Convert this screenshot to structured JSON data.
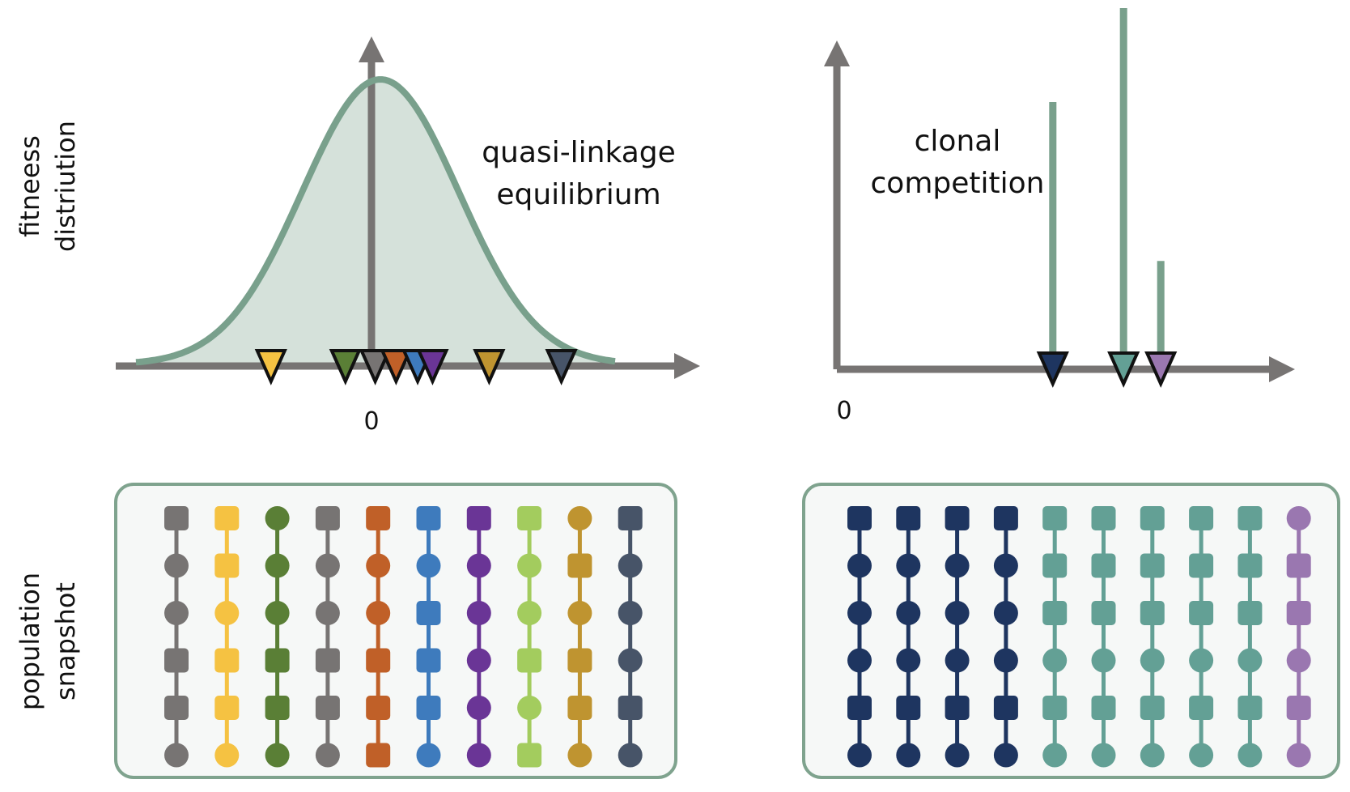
{
  "row_labels": {
    "top": [
      "fitneess",
      "distriution"
    ],
    "bottom": [
      "population",
      "snapshot"
    ]
  },
  "left_panel": {
    "title_lines": [
      "quasi-linkage",
      "equilibrium"
    ],
    "zero_label": "0",
    "markers": [
      {
        "x": -1.35,
        "color": "#f5c242"
      },
      {
        "x": -0.35,
        "color": "#5a7f36"
      },
      {
        "x": 0.05,
        "color": "#777473"
      },
      {
        "x": 0.33,
        "color": "#c06028"
      },
      {
        "x": 0.62,
        "color": "#3e7bbd"
      },
      {
        "x": 0.82,
        "color": "#6a3596"
      },
      {
        "x": 1.58,
        "color": "#bf9430"
      },
      {
        "x": 2.55,
        "color": "#475468"
      }
    ],
    "genomes": [
      {
        "color": "#777473",
        "shapes": [
          "square",
          "circle",
          "circle",
          "square",
          "square",
          "circle"
        ]
      },
      {
        "color": "#f5c242",
        "shapes": [
          "square",
          "square",
          "circle",
          "square",
          "square",
          "circle"
        ]
      },
      {
        "color": "#5a7f36",
        "shapes": [
          "circle",
          "circle",
          "circle",
          "square",
          "square",
          "circle"
        ]
      },
      {
        "color": "#777473",
        "shapes": [
          "square",
          "circle",
          "circle",
          "square",
          "square",
          "circle"
        ]
      },
      {
        "color": "#c06028",
        "shapes": [
          "square",
          "circle",
          "circle",
          "square",
          "square",
          "square"
        ]
      },
      {
        "color": "#3e7bbd",
        "shapes": [
          "square",
          "circle",
          "square",
          "square",
          "square",
          "circle"
        ]
      },
      {
        "color": "#6a3596",
        "shapes": [
          "square",
          "circle",
          "circle",
          "circle",
          "circle",
          "circle"
        ]
      },
      {
        "color": "#a3cc5e",
        "shapes": [
          "square",
          "circle",
          "circle",
          "square",
          "circle",
          "square"
        ]
      },
      {
        "color": "#bf9430",
        "shapes": [
          "circle",
          "square",
          "circle",
          "square",
          "square",
          "circle"
        ]
      },
      {
        "color": "#475468",
        "shapes": [
          "square",
          "circle",
          "circle",
          "circle",
          "square",
          "circle"
        ]
      }
    ]
  },
  "right_panel": {
    "title_lines": [
      "clonal",
      "competition"
    ],
    "zero_label": "0",
    "spikes": [
      {
        "x": 2.9,
        "height": 0.74,
        "color": "#1e3560"
      },
      {
        "x": 3.85,
        "height": 1.0,
        "color": "#63a095"
      },
      {
        "x": 4.35,
        "height": 0.3,
        "color": "#9a77b0"
      }
    ],
    "genomes": [
      {
        "color": "#1e3560",
        "shapes": [
          "square",
          "circle",
          "circle",
          "circle",
          "square",
          "circle"
        ]
      },
      {
        "color": "#1e3560",
        "shapes": [
          "square",
          "circle",
          "circle",
          "circle",
          "square",
          "circle"
        ]
      },
      {
        "color": "#1e3560",
        "shapes": [
          "square",
          "circle",
          "circle",
          "circle",
          "square",
          "circle"
        ]
      },
      {
        "color": "#1e3560",
        "shapes": [
          "square",
          "circle",
          "circle",
          "circle",
          "square",
          "circle"
        ]
      },
      {
        "color": "#63a095",
        "shapes": [
          "square",
          "square",
          "square",
          "circle",
          "square",
          "circle"
        ]
      },
      {
        "color": "#63a095",
        "shapes": [
          "square",
          "square",
          "square",
          "circle",
          "square",
          "circle"
        ]
      },
      {
        "color": "#63a095",
        "shapes": [
          "square",
          "square",
          "square",
          "circle",
          "square",
          "circle"
        ]
      },
      {
        "color": "#63a095",
        "shapes": [
          "square",
          "square",
          "square",
          "circle",
          "square",
          "circle"
        ]
      },
      {
        "color": "#63a095",
        "shapes": [
          "square",
          "square",
          "square",
          "circle",
          "square",
          "circle"
        ]
      },
      {
        "color": "#9a77b0",
        "shapes": [
          "circle",
          "square",
          "square",
          "circle",
          "square",
          "circle"
        ]
      }
    ]
  },
  "colors": {
    "axis": "#777473",
    "curve_stroke": "#79a08c",
    "curve_fill": "#d5e1da",
    "spike": "#79a08c",
    "box_stroke": "#7fa38e",
    "box_fill": "#f6f8f7"
  }
}
